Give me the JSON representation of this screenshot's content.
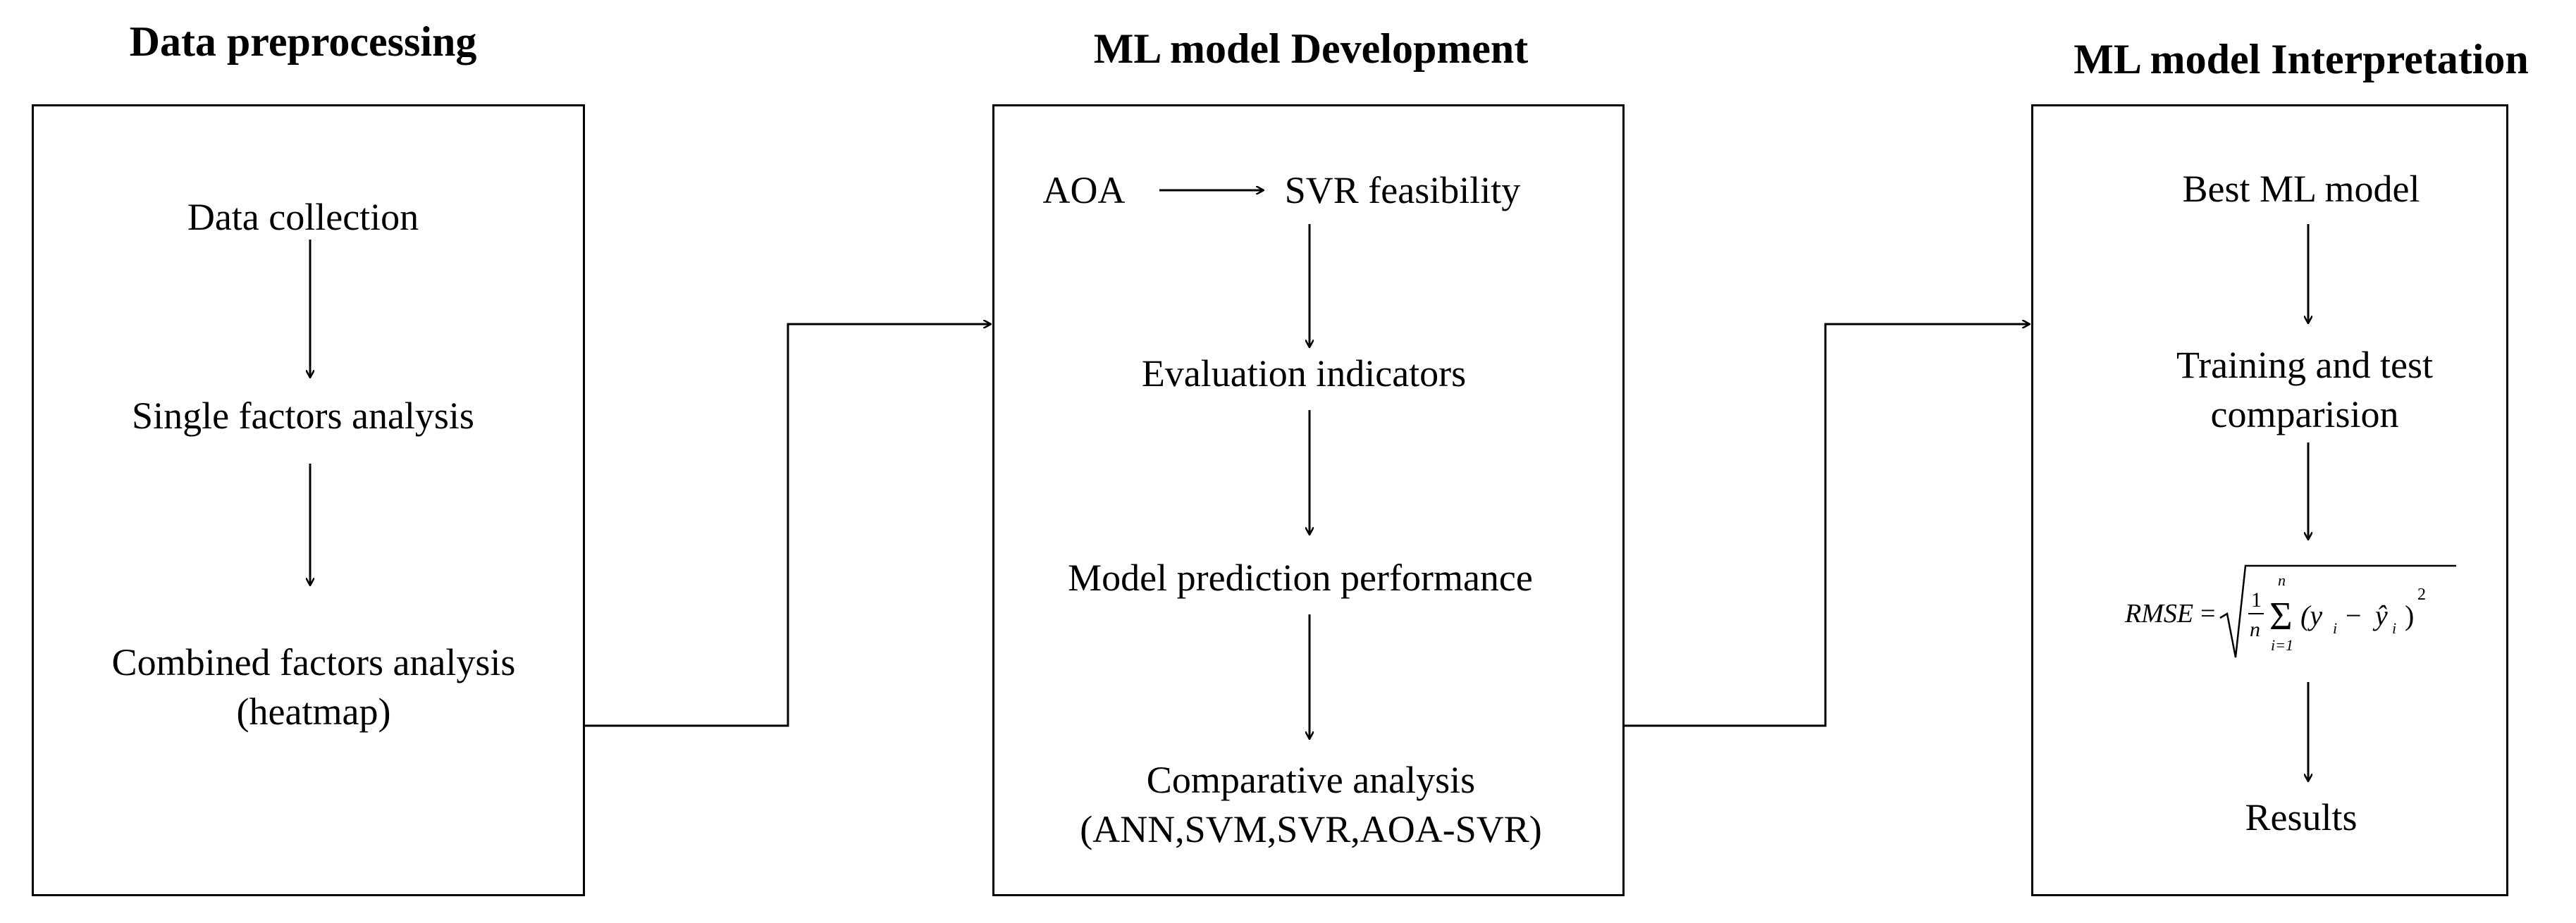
{
  "sections": [
    {
      "title": "Data preprocessing",
      "nodes": [
        {
          "id": "data-collection",
          "lines": [
            "Data collection"
          ]
        },
        {
          "id": "single-factors",
          "lines": [
            "Single factors analysis"
          ]
        },
        {
          "id": "combined-factors",
          "lines": [
            "Combined factors analysis",
            "(heatmap)"
          ]
        }
      ]
    },
    {
      "title": "ML model Development",
      "nodes": [
        {
          "id": "aoa",
          "lines": [
            "AOA"
          ]
        },
        {
          "id": "svr-feasibility",
          "lines": [
            "SVR feasibility"
          ]
        },
        {
          "id": "evaluation-indicators",
          "lines": [
            "Evaluation indicators"
          ]
        },
        {
          "id": "model-prediction",
          "lines": [
            "Model prediction performance"
          ]
        },
        {
          "id": "comparative-analysis",
          "lines": [
            "Comparative analysis",
            "(ANN,SVM,SVR,AOA-SVR)"
          ]
        }
      ]
    },
    {
      "title": "ML model Interpretation",
      "nodes": [
        {
          "id": "best-ml-model",
          "lines": [
            "Best ML model"
          ]
        },
        {
          "id": "training-test",
          "lines": [
            "Training and test",
            "comparision"
          ]
        },
        {
          "id": "rmse-formula",
          "lines": [
            "RMSE = √( (1/n) Σ (yᵢ − ŷᵢ)² )"
          ]
        },
        {
          "id": "results",
          "lines": [
            "Results"
          ]
        }
      ]
    }
  ],
  "formula": {
    "lhs": "RMSE",
    "eq": "=",
    "frac_num": "1",
    "frac_den": "n",
    "sum_top": "n",
    "sum_bottom": "i=1",
    "body": "(y",
    "sub_i": "i",
    "minus": "−",
    "yhat": "ŷ",
    "sub_i2": "i",
    "close": ")",
    "power": "2"
  }
}
